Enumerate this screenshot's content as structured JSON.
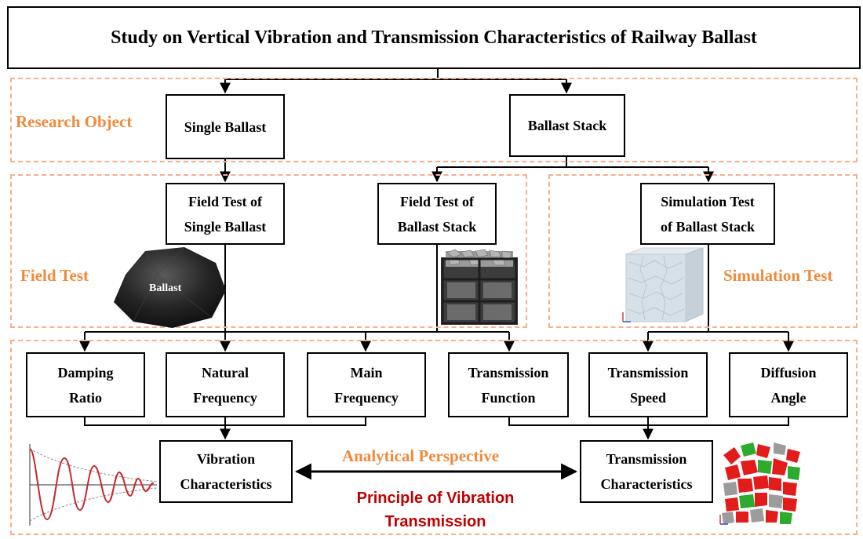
{
  "title": "Study on Vertical Vibration and Transmission Characteristics of Railway Ballast",
  "sections": {
    "research_object": "Research Object",
    "field_test": "Field Test",
    "simulation_test": "Simulation Test"
  },
  "objects": {
    "single_ballast": "Single Ballast",
    "ballast_stack": "Ballast Stack"
  },
  "tests": {
    "field_single": "Field Test of\nSingle Ballast",
    "field_stack": "Field Test of\nBallast Stack",
    "sim_stack": "Simulation Test\nof  Ballast Stack"
  },
  "photo_label": "Ballast",
  "parameters": {
    "damping": "Damping\nRatio",
    "natural": "Natural\nFrequency",
    "main": "Main\nFrequency",
    "function": "Transmission\nFunction",
    "speed": "Transmission\nSpeed",
    "angle": "Diffusion\nAngle"
  },
  "results": {
    "vibration": "Vibration\nCharacteristics",
    "transmission": "Transmission\nCharacteristics"
  },
  "analytical_perspective": "Analytical Perspective",
  "principle": "Principle of Vibration\nTransmission",
  "colors": {
    "section_label": "#f08a3c",
    "dashed_border": "#f6b08a",
    "principle": "#c00000"
  }
}
